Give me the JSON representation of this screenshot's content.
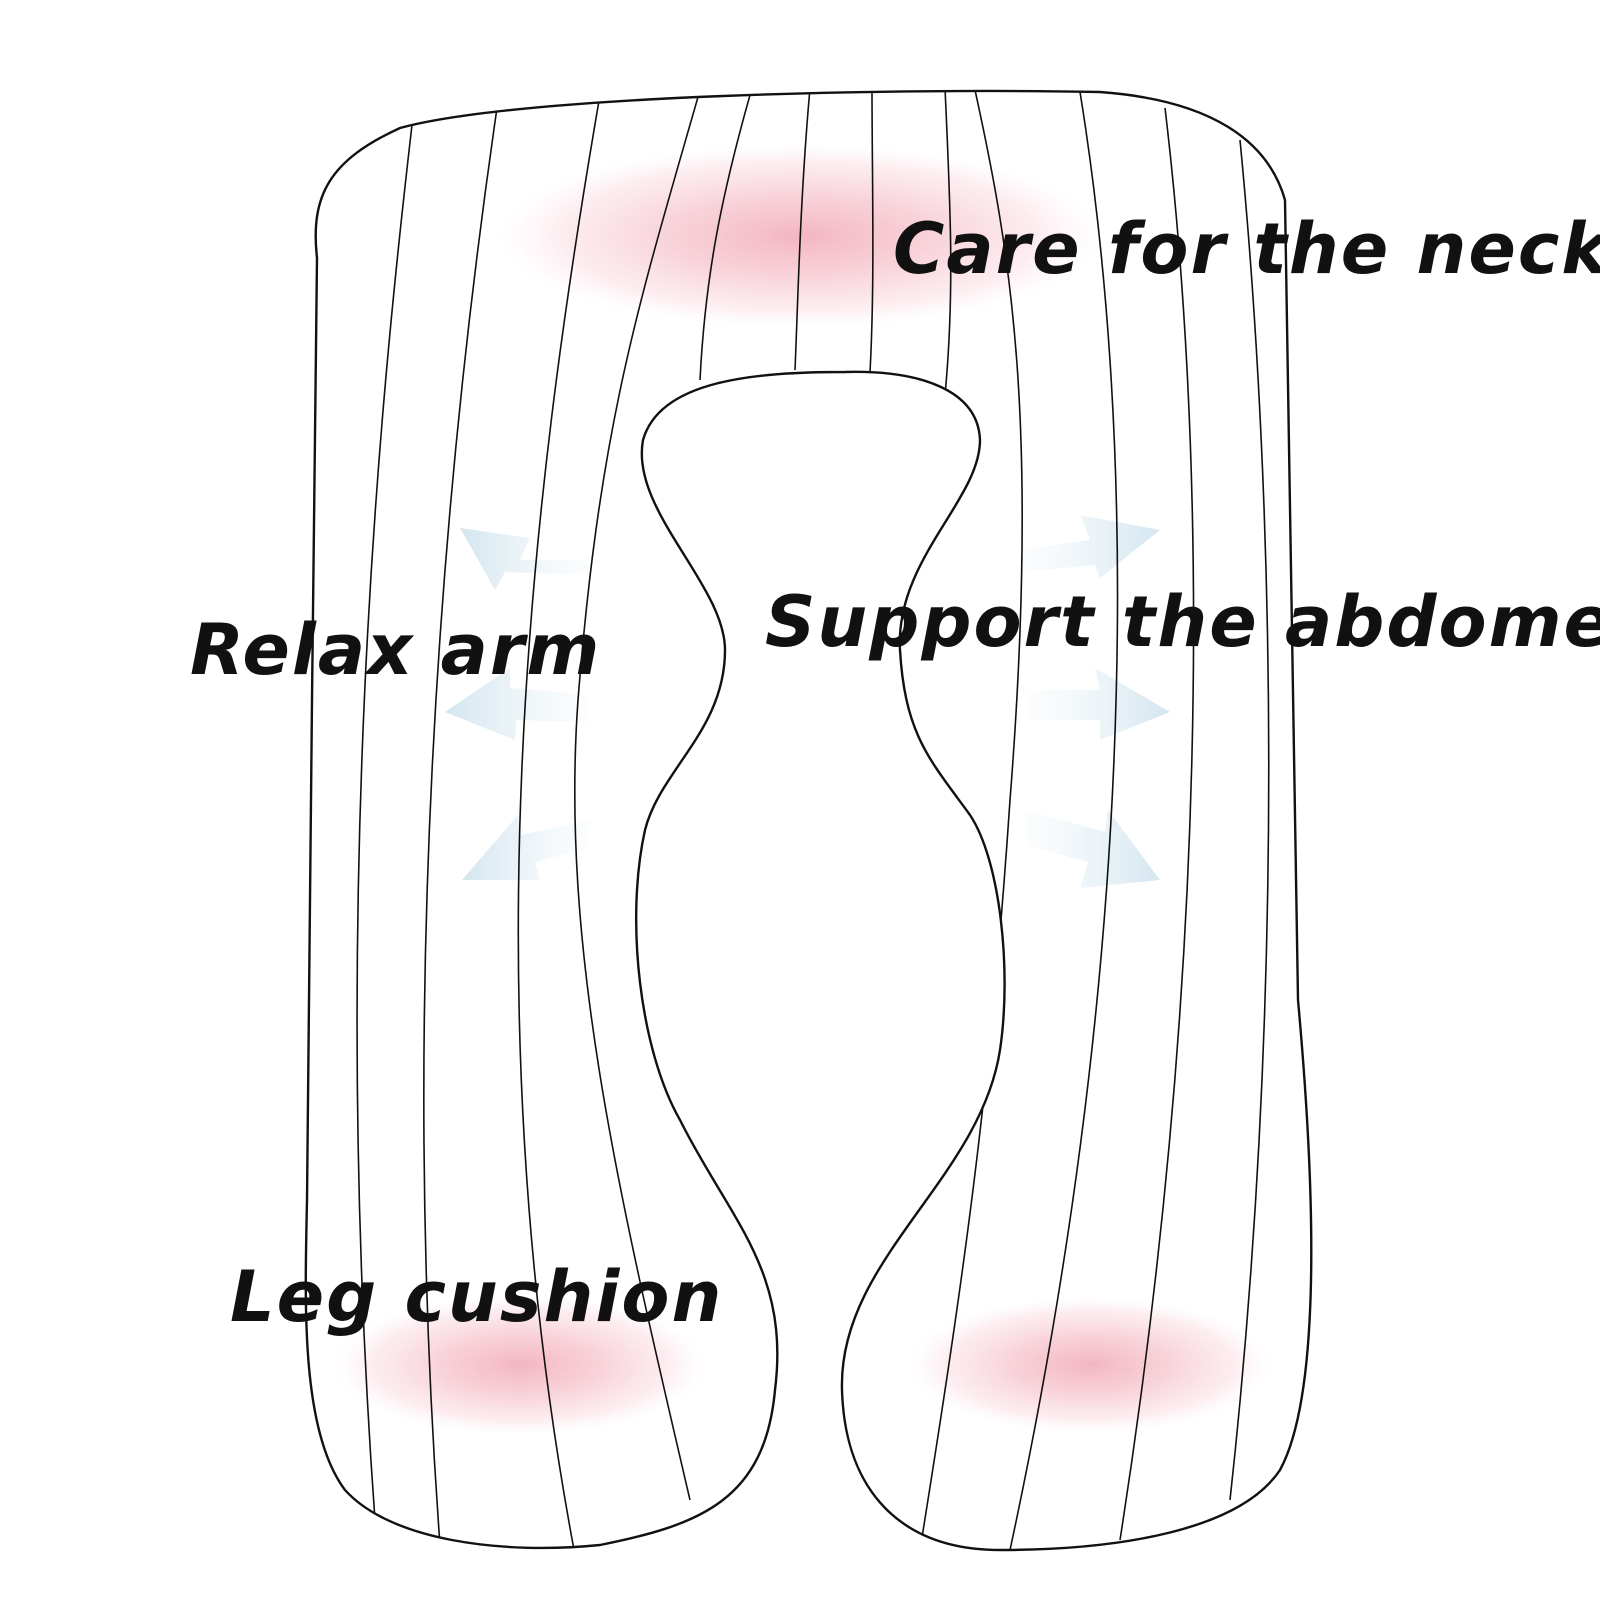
{
  "labels": {
    "neck": "Care for the neck",
    "abdomen": "Support the abdomen",
    "arm": "Relax arm",
    "leg": "Leg cushion"
  },
  "colors": {
    "outline": "#111111",
    "highlight": "#f2a9b6",
    "arrow": "#cfe3ee",
    "label": "#111111"
  },
  "icons": {
    "arrows_left": "arrow-left-icon",
    "arrows_right": "arrow-right-icon"
  }
}
